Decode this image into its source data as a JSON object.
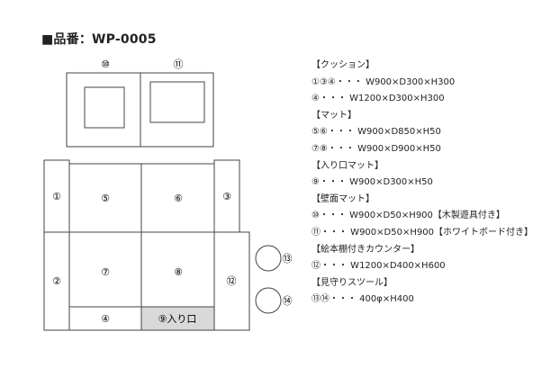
{
  "title": "■品番：WP-0005",
  "plan": {
    "labels": {
      "wall_left": "⑩",
      "wall_right": "⑪",
      "c1": "①",
      "c2": "②",
      "c3": "③",
      "c4": "④",
      "m5": "⑤",
      "m6": "⑥",
      "m7": "⑦",
      "m8": "⑧",
      "entrance": "⑨入り口",
      "counter": "⑫",
      "stool13": "⑬",
      "stool14": "⑭"
    }
  },
  "specs": [
    "【クッション】",
    "①③④・・・ W900×D300×H300",
    "④・・・ W1200×D300×H300",
    "【マット】",
    "⑤⑥・・・ W900×D850×H50",
    "⑦⑧・・・ W900×D900×H50",
    "【入り口マット】",
    "⑨・・・ W900×D300×H50",
    "【壁面マット】",
    "⑩・・・ W900×D50×H900【木製遊具付き】",
    "⑪・・・ W900×D50×H900【ホワイトボード付き】",
    "【絵本棚付きカウンター】",
    "⑫・・・ W1200×D400×H600",
    "【見守りスツール】",
    "⑬⑭・・・ 400φ×H400"
  ]
}
